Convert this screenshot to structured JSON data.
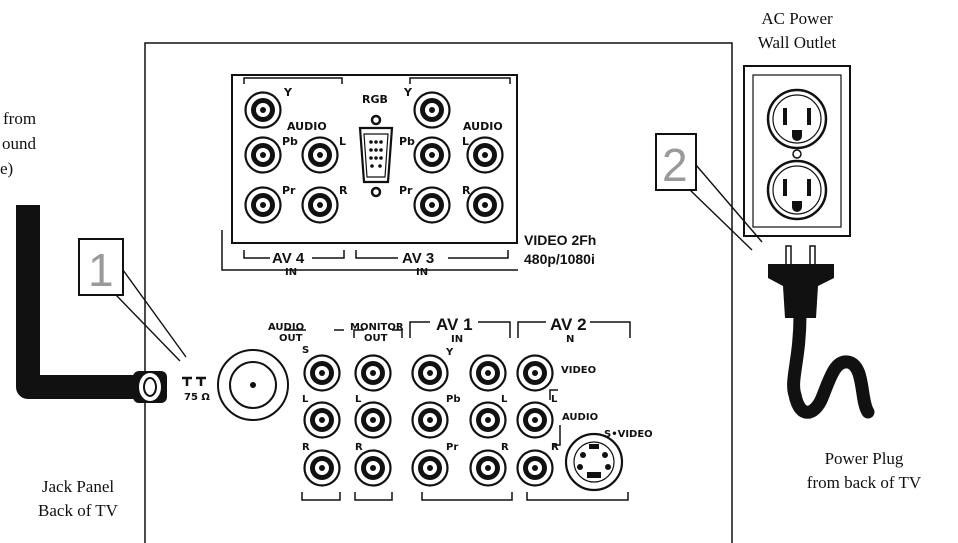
{
  "labels": {
    "ac_outlet_line1": "AC Power",
    "ac_outlet_line2": "Wall Outlet",
    "cable_line1": "from",
    "cable_line2": "ound",
    "cable_line3": "e)",
    "jack_panel_line1": "Jack Panel",
    "jack_panel_line2": "Back of TV",
    "power_plug_line1": "Power Plug",
    "power_plug_line2": "from back of TV"
  },
  "steps": {
    "step1": "1",
    "step2": "2"
  },
  "panel": {
    "y": "Y",
    "pb": "Pb",
    "pr": "Pr",
    "audio": "AUDIO",
    "l": "L",
    "r": "R",
    "rgb": "RGB",
    "av4": "AV 4",
    "av3": "AV 3",
    "in": "IN",
    "video2fh": "VIDEO 2Fh",
    "res": "480p/1080i",
    "audio_out_1": "AUDIO",
    "audio_out_2": "OUT",
    "s": "S",
    "monitor_1": "MONITOR",
    "monitor_2": "OUT",
    "av1": "AV 1",
    "av2": "AV 2",
    "n": "N",
    "video": "VIDEO",
    "svideo": "S•VIDEO",
    "ant_ohm": "75 Ω"
  }
}
